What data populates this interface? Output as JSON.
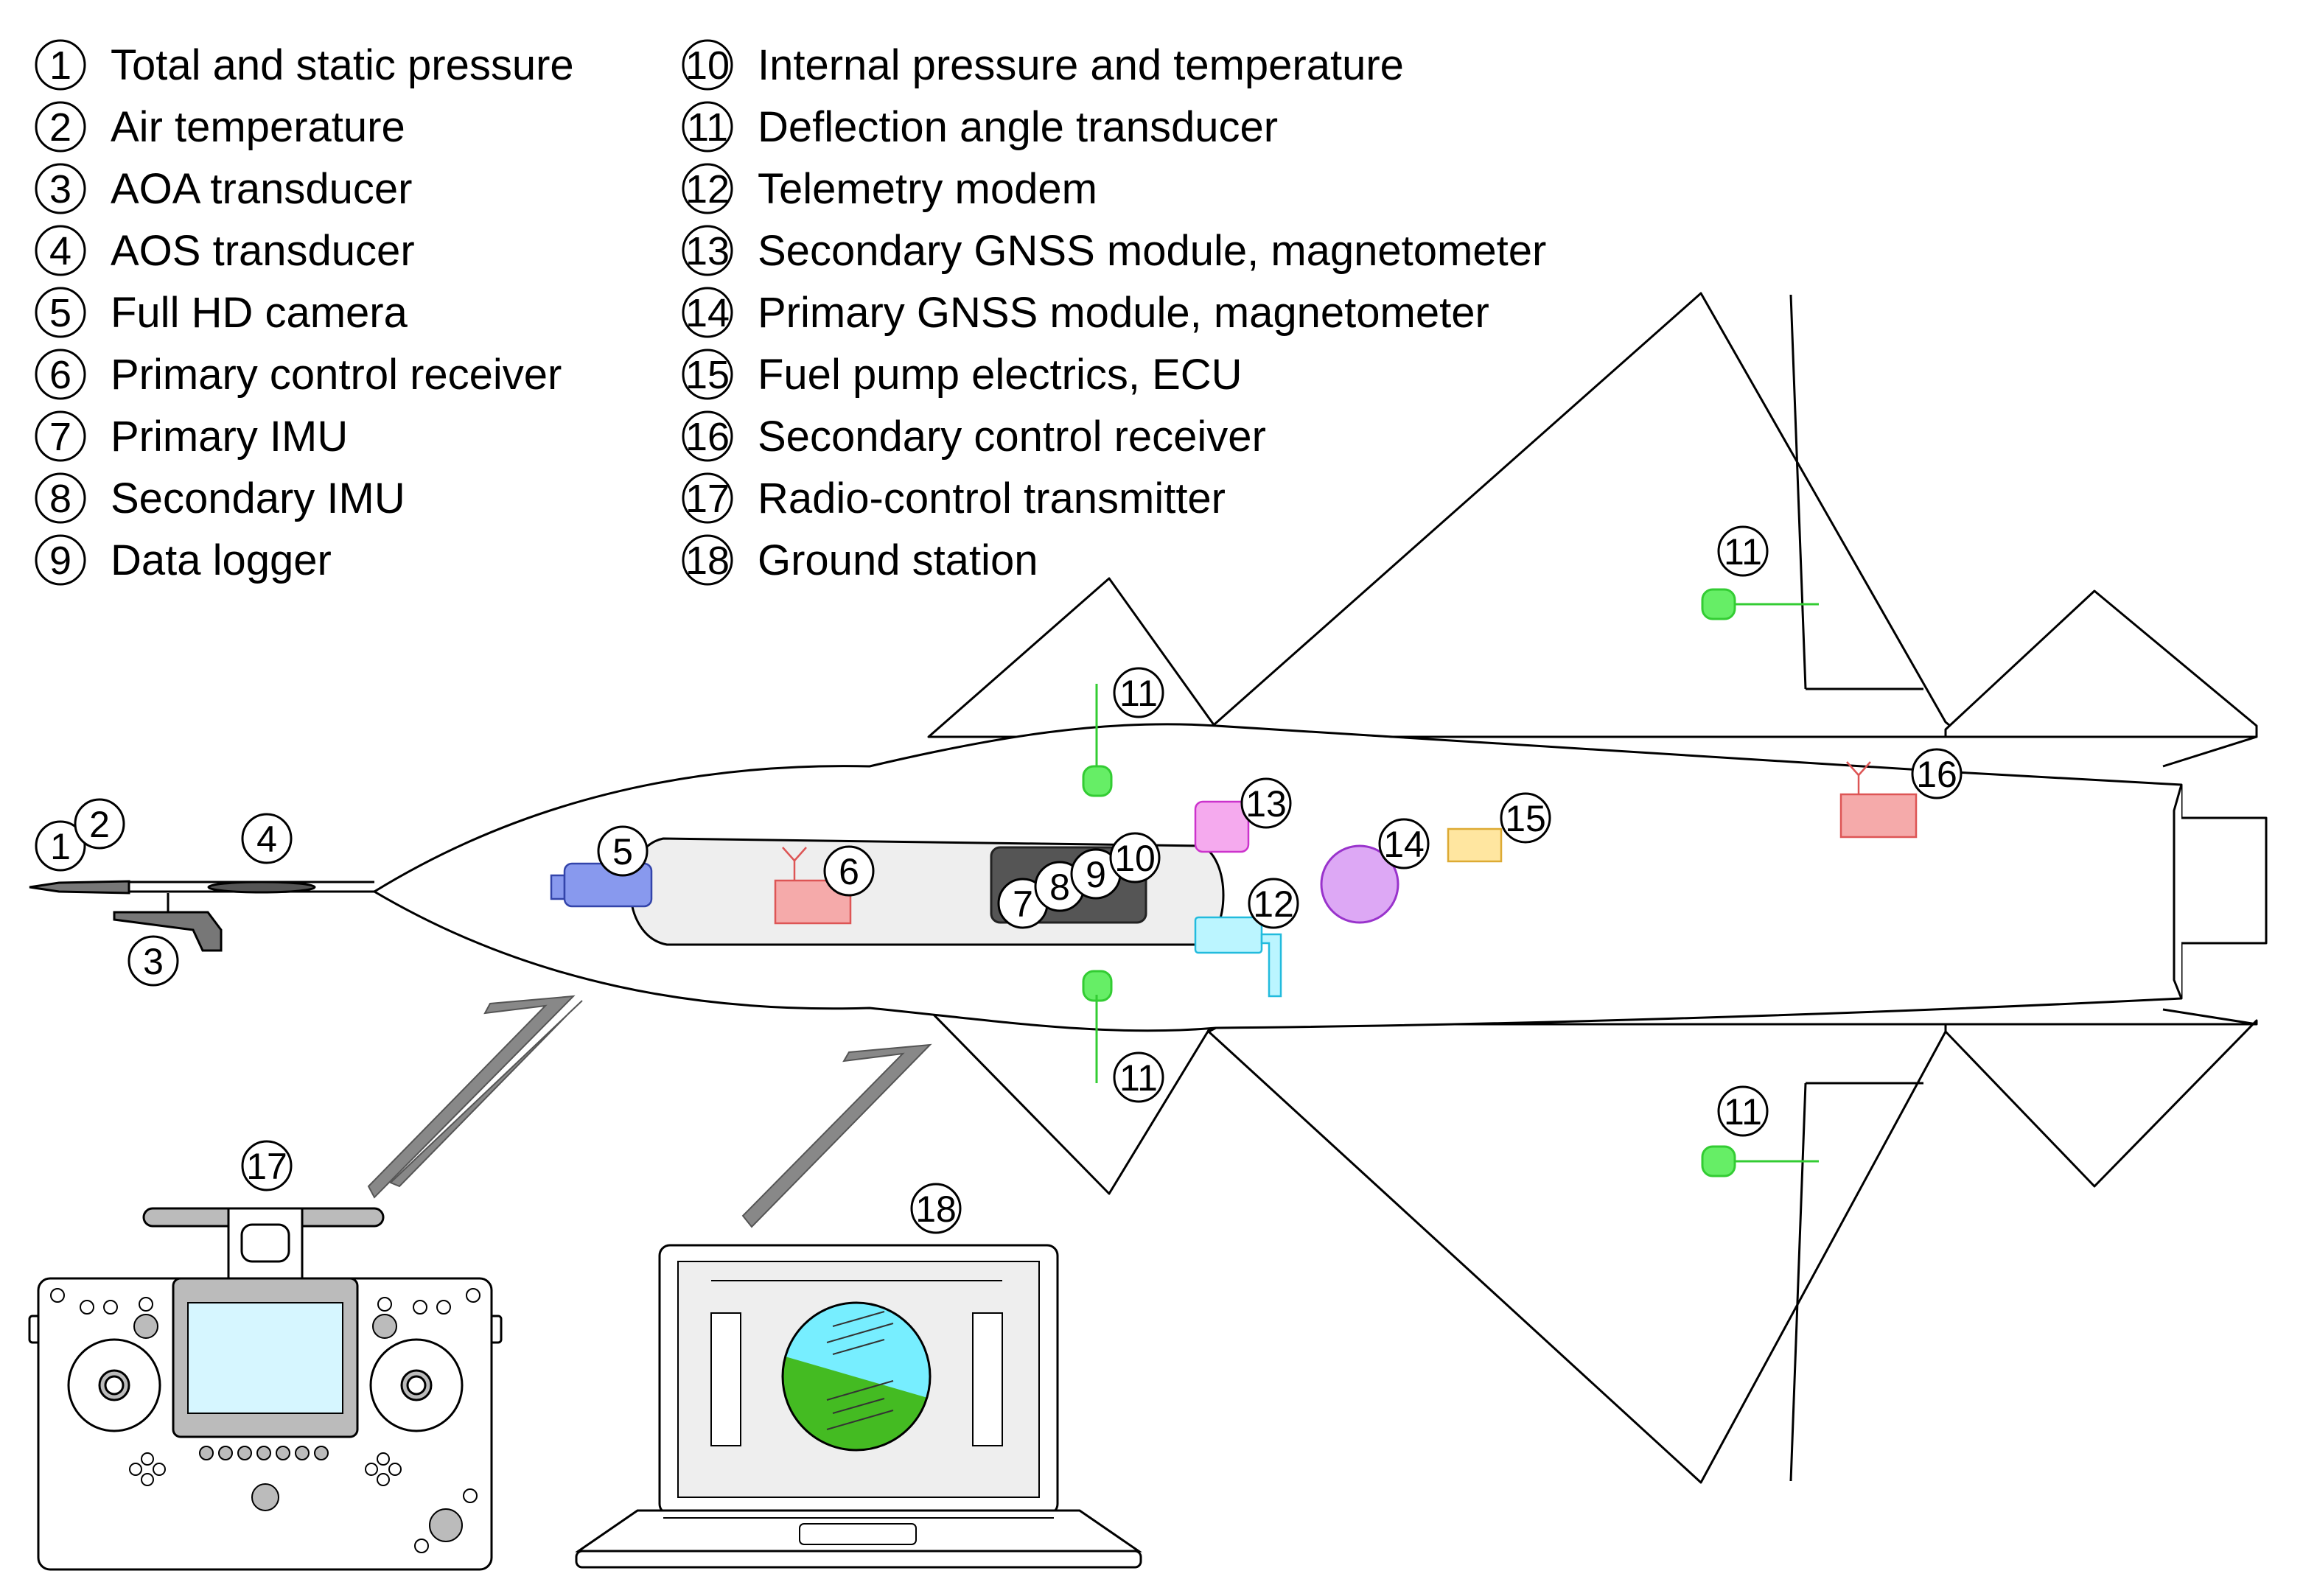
{
  "legend": [
    {
      "num": "1",
      "label": "Total and static pressure"
    },
    {
      "num": "2",
      "label": "Air temperature"
    },
    {
      "num": "3",
      "label": "AOA transducer"
    },
    {
      "num": "4",
      "label": "AOS transducer"
    },
    {
      "num": "5",
      "label": "Full HD camera"
    },
    {
      "num": "6",
      "label": "Primary control receiver"
    },
    {
      "num": "7",
      "label": "Primary IMU"
    },
    {
      "num": "8",
      "label": "Secondary IMU"
    },
    {
      "num": "9",
      "label": "Data logger"
    },
    {
      "num": "10",
      "label": "Internal pressure and temperature"
    },
    {
      "num": "11",
      "label": "Deflection angle transducer"
    },
    {
      "num": "12",
      "label": "Telemetry modem"
    },
    {
      "num": "13",
      "label": "Secondary GNSS module, magnetometer"
    },
    {
      "num": "14",
      "label": "Primary GNSS module, magnetometer"
    },
    {
      "num": "15",
      "label": "Fuel pump electrics, ECU"
    },
    {
      "num": "16",
      "label": "Secondary control receiver"
    },
    {
      "num": "17",
      "label": "Radio-control transmitter"
    },
    {
      "num": "18",
      "label": "Ground station"
    }
  ],
  "callouts": {
    "c1": "1",
    "c2": "2",
    "c3": "3",
    "c4": "4",
    "c5": "5",
    "c6": "6",
    "c7": "7",
    "c8": "8",
    "c9": "9",
    "c10": "10",
    "c11a": "11",
    "c11b": "11",
    "c11c": "11",
    "c11d": "11",
    "c12": "12",
    "c13": "13",
    "c14": "14",
    "c15": "15",
    "c16": "16",
    "c17": "17",
    "c18": "18"
  },
  "colors": {
    "camera": "#8899ee",
    "receiver": "#f5aaaa",
    "logger_box": "#555555",
    "deflection_sensor": "#66ee66",
    "telemetry_modem": "#bbf5ff",
    "secondary_gnss": "#f5aaee",
    "primary_gnss": "#dda8f5",
    "fuel_ecu": "#ffe6a0",
    "sky": "#77eeff",
    "ground": "#44bb22"
  }
}
